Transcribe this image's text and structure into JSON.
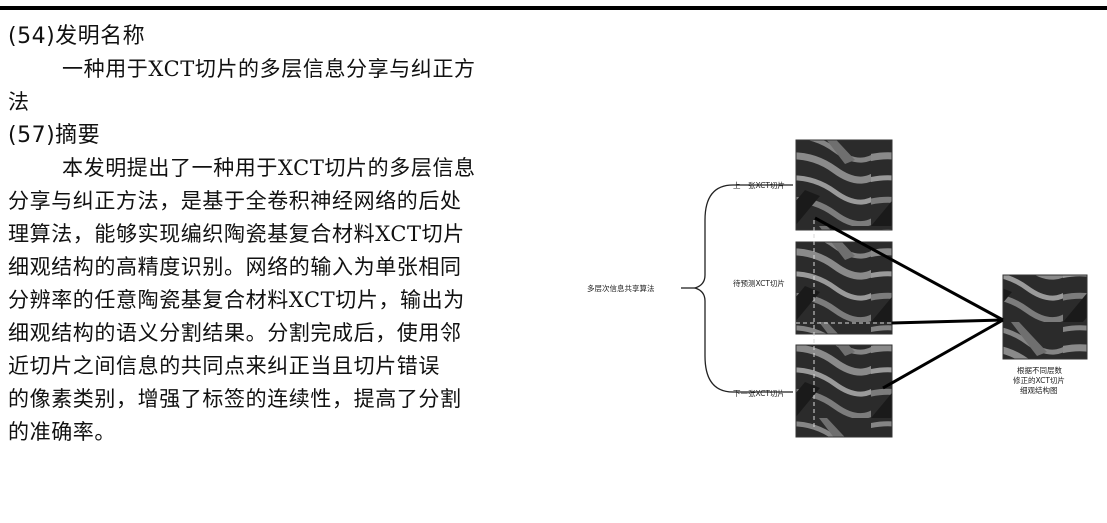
{
  "heading_54": "(54)发明名称",
  "title_lines": [
    "一种用于XCT切片的多层信息分享与纠正方",
    "法"
  ],
  "heading_57": "(57)摘要",
  "abstract_lines": [
    "本发明提出了一种用于XCT切片的多层信息",
    "分享与纠正方法，是基于全卷积神经网络的后处",
    "理算法，能够实现编织陶瓷基复合材料XCT切片",
    "细观结构的高精度识别。网络的输入为单张相同",
    "分辨率的任意陶瓷基复合材料XCT切片，输出为",
    "细观结构的语义分割结果。分割完成后，使用邻",
    "近切片之间信息的共同点来纠正当且切片错误",
    "的像素类别，增强了标签的连续性，提高了分割",
    "的准确率。"
  ],
  "figure": {
    "label_algorithm": "多层次信息共享算法",
    "label_upper": "上一张XCT切片",
    "label_predict": "待预测XCT切片",
    "label_lower": "下一张XCT切片",
    "label_result_lines": [
      "根据不同层数",
      "修正的XCT切片",
      "细观结构图"
    ]
  }
}
